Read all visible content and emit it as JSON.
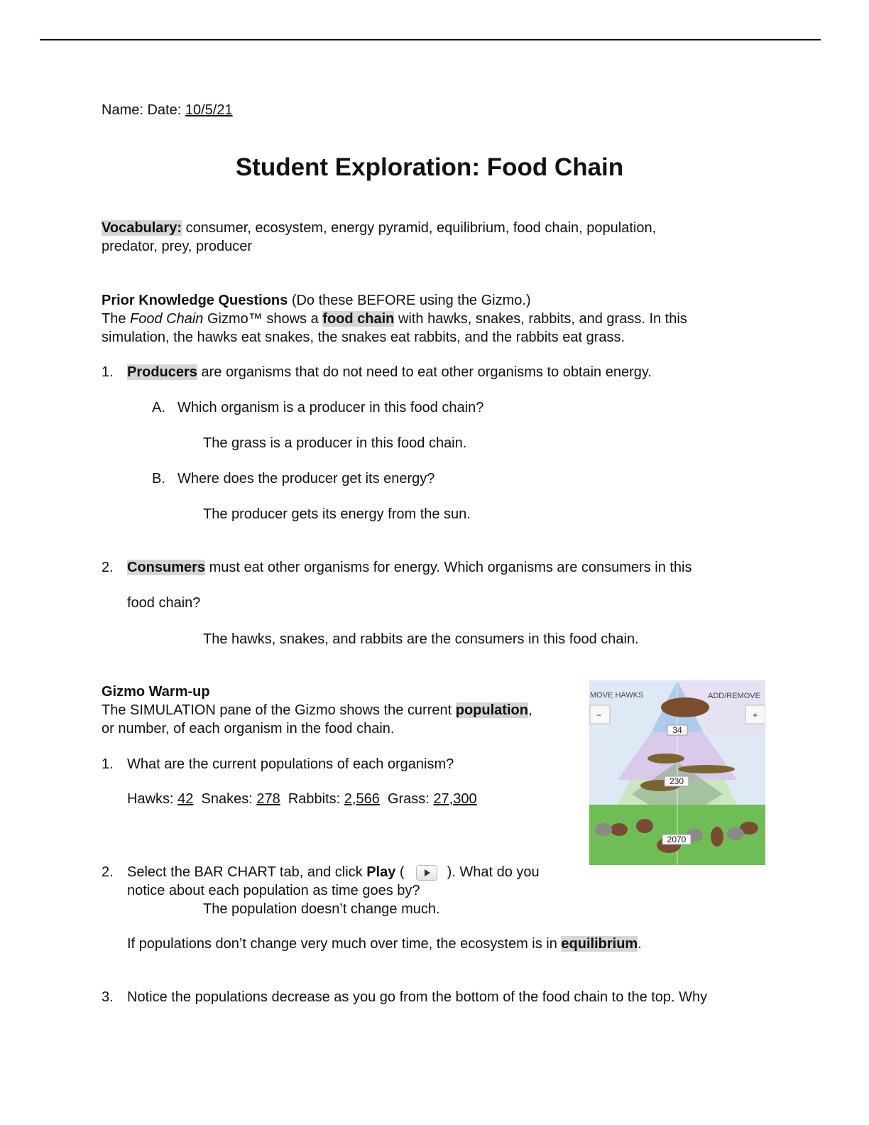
{
  "header": {
    "name_label": "Name:",
    "date_label": "Date:",
    "date_value": "10/5/21"
  },
  "title": "Student Exploration: Food Chain",
  "vocabulary": {
    "label": "Vocabulary:",
    "line1": "consumer, ecosystem, energy pyramid, equilibrium, food chain, population,",
    "line2": "predator, prey, producer"
  },
  "prior": {
    "heading": "Prior Knowledge Questions",
    "heading_note": "(Do these BEFORE using the Gizmo.)",
    "intro1_a": "The",
    "intro1_italic": "Food Chain",
    "intro1_b": "Gizmo™ shows a",
    "intro1_term": "food chain",
    "intro1_c": "with hawks, snakes, rabbits, and grass. In this",
    "intro2": "simulation, the hawks eat snakes, the snakes eat rabbits, and the rabbits eat grass.",
    "q1": {
      "num": "1.",
      "term": "Producers",
      "text": "are organisms that do not need to eat other organisms to obtain energy.",
      "a_letter": "A.",
      "a_text": "Which organism is a producer in this food chain?",
      "a_answer": "The grass is a producer in this food chain.",
      "b_letter": "B.",
      "b_text": "Where does the producer get its energy?",
      "b_answer": "The producer gets its energy from the sun."
    },
    "q2": {
      "num": "2.",
      "term": "Consumers",
      "text": "must eat other organisms for energy. Which organisms are consumers in this",
      "text2": "food chain?",
      "answer": "The hawks, snakes, and rabbits are the consumers in this food chain."
    }
  },
  "warmup": {
    "heading": "Gizmo Warm-up",
    "intro1": "The SIMULATION pane of the Gizmo shows the current",
    "intro1_term": "population",
    "intro1_end": ",",
    "intro2": "or number, of each organism in the food chain.",
    "q1": {
      "num": "1.",
      "text": "What are the current populations of each organism?",
      "hawks_label": "Hawks:",
      "hawks": "42",
      "snakes_label": "Snakes:",
      "snakes": "278",
      "rabbits_label": "Rabbits:",
      "rabbits": "2,566",
      "grass_label": "Grass:",
      "grass": "27,300"
    },
    "q2": {
      "num": "2.",
      "text_a": "Select the BAR CHART tab, and click",
      "play": "Play",
      "paren_open": "(",
      "text_b": "). What do you",
      "text2": "notice about each population as time goes by?",
      "answer": "The population doesn’t change much.",
      "eq_a": "If populations don’t change very much over time, the ecosystem is in",
      "eq_term": "equilibrium",
      "eq_end": "."
    },
    "q3": {
      "num": "3.",
      "text": "Notice the populations decrease as you go from the bottom of the food chain to the top. Why"
    }
  },
  "gizmo": {
    "left_label": "MOVE HAWKS",
    "right_label": "ADD/REMOVE",
    "minus": "−",
    "plus": "+",
    "hawks": "34",
    "snakes": "230",
    "rabbits": "2070"
  }
}
